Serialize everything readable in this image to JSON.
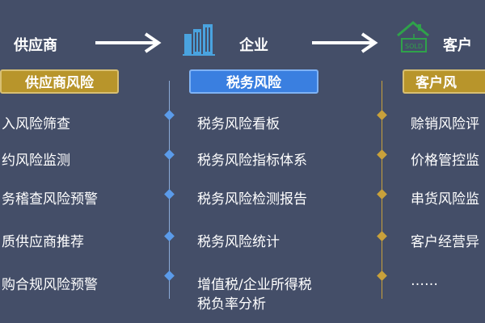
{
  "top": {
    "supplier_label": "供应商",
    "enterprise_label": "企业",
    "customer_label": "客户",
    "sold_sign": "SOLD"
  },
  "columns": {
    "left": {
      "header": "供应商风险",
      "items": [
        "入风险筛查",
        "约风险监测",
        "务稽查风险预警",
        "质供应商推荐",
        "购合规风险预警"
      ]
    },
    "middle": {
      "header": "税务风险",
      "items": [
        "税务风险看板",
        "税务风险指标体系",
        "税务风险检测报告",
        "税务风险统计",
        "增值税/企业所得税",
        "税负率分析"
      ]
    },
    "right": {
      "header": "客户风",
      "items": [
        "赊销风险评",
        "价格管控监",
        "串货风险监",
        "客户经营异",
        "……"
      ]
    }
  },
  "colors": {
    "background": "#444e68",
    "gold": "#b8952b",
    "blue": "#3a7fe0",
    "icon_blue": "#4aa3df",
    "icon_green": "#2fa24a"
  },
  "icons": [
    "arrow-right-icon",
    "building-icon",
    "sold-house-icon"
  ]
}
